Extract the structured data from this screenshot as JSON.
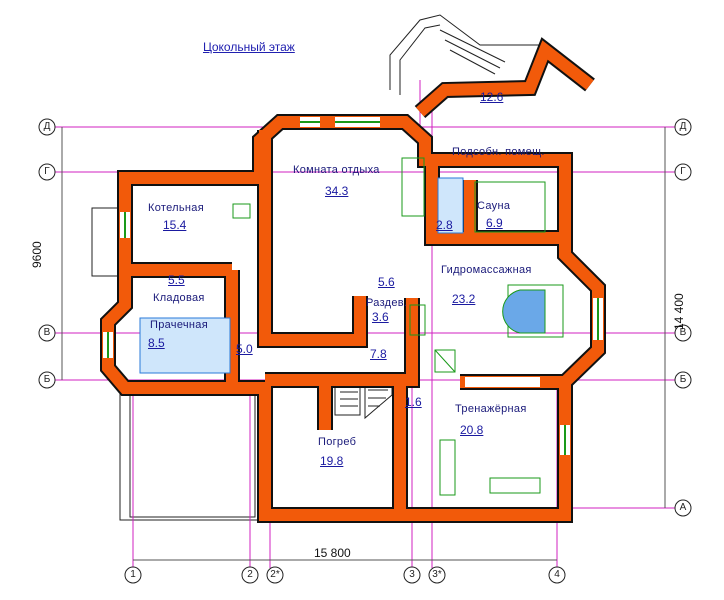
{
  "title": "Цокольный этаж",
  "axes": {
    "horizontal": [
      "Д",
      "Г",
      "В",
      "Б",
      "А"
    ],
    "vertical": [
      "1",
      "2",
      "2*",
      "3",
      "3*",
      "4"
    ]
  },
  "dimensions": {
    "left": "9600",
    "right": "14 400",
    "bottom": "15 800"
  },
  "rooms": [
    {
      "name": "Котельная",
      "area": "15.4"
    },
    {
      "name": "Комната отдыха",
      "area": "34.3"
    },
    {
      "name": "Подсобн. помещ.",
      "area": "12.6"
    },
    {
      "name": "Сауна",
      "area": "6.9"
    },
    {
      "name": "",
      "area": "2.8"
    },
    {
      "name": "Гидромассажная",
      "area": "23.2"
    },
    {
      "name": "Раздев.",
      "area": "3.6"
    },
    {
      "name": "",
      "area": "5.6"
    },
    {
      "name": "Кладовая",
      "area": "5.5"
    },
    {
      "name": "Прачечная",
      "area": "8.5"
    },
    {
      "name": "",
      "area": "5.0"
    },
    {
      "name": "",
      "area": "7.8"
    },
    {
      "name": "",
      "area": "1.6"
    },
    {
      "name": "Тренажёрная",
      "area": "20.8"
    },
    {
      "name": "Погреб",
      "area": "19.8"
    }
  ],
  "colors": {
    "wall": "#f25a0a",
    "axis": "#d020c0",
    "fixture": "#1a9a1a",
    "text": "#1a1aa0"
  }
}
